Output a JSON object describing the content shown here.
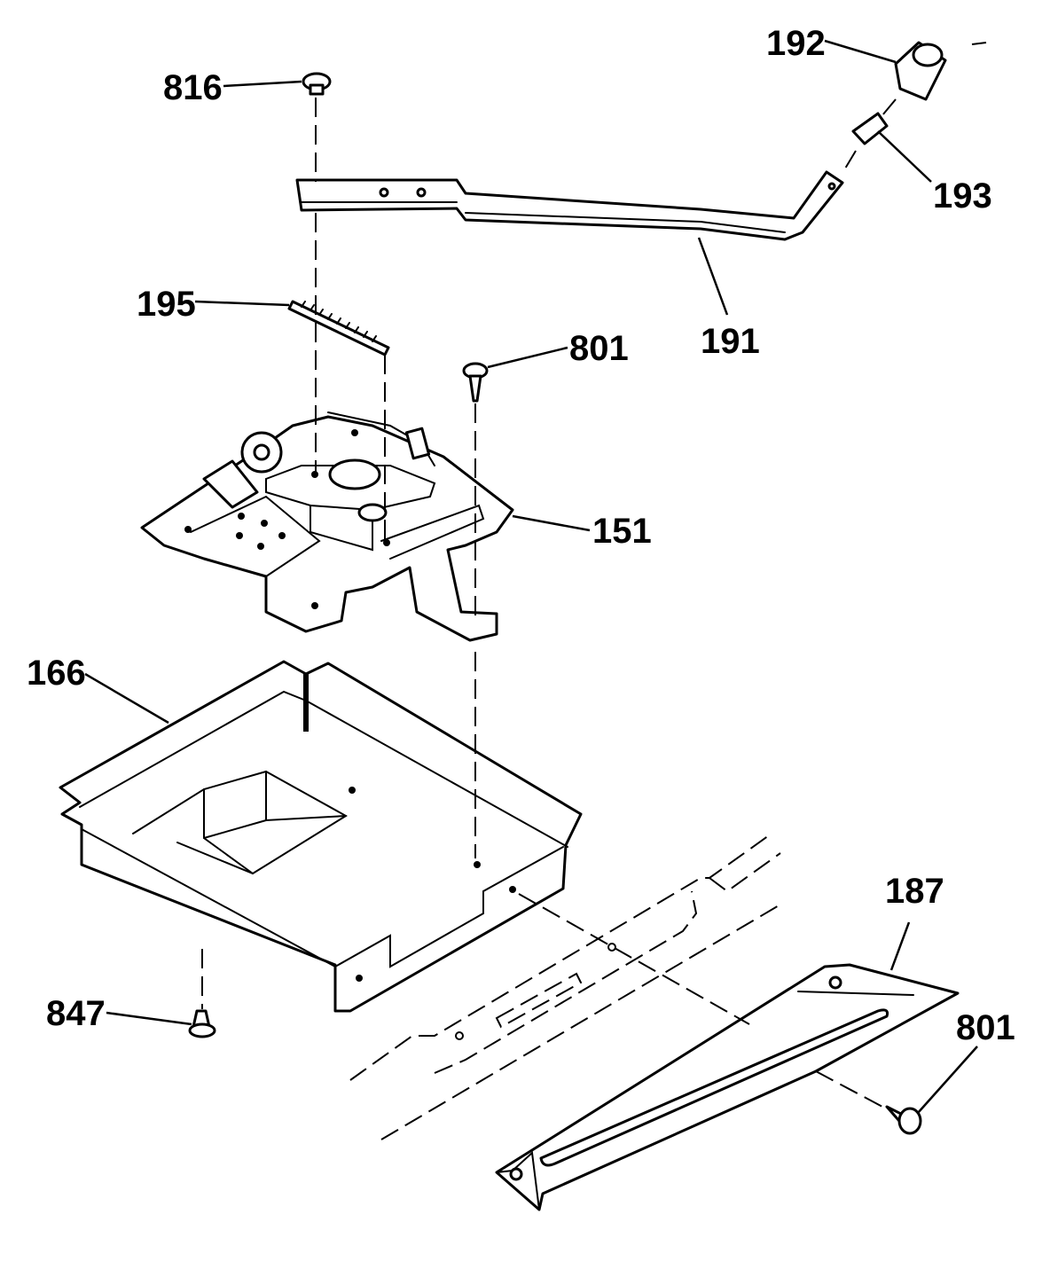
{
  "callouts": {
    "p816": "816",
    "p192": "192",
    "p193": "193",
    "p191": "191",
    "p195": "195",
    "p801_top": "801",
    "p151": "151",
    "p166": "166",
    "p187": "187",
    "p801_bottom": "801",
    "p847": "847"
  }
}
